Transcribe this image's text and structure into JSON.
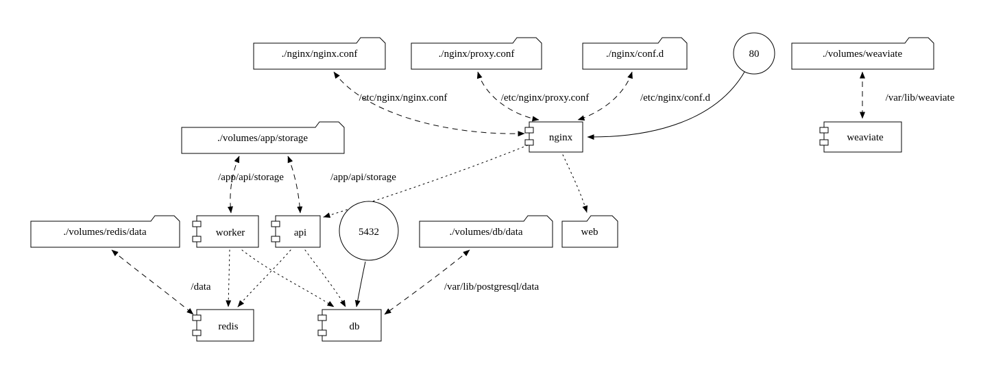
{
  "diagram": {
    "nodes": {
      "nginx_conf": {
        "label": "./nginx/nginx.conf"
      },
      "proxy_conf": {
        "label": "./nginx/proxy.conf"
      },
      "conf_d": {
        "label": "./nginx/conf.d"
      },
      "port_80": {
        "label": "80"
      },
      "volumes_weaviate": {
        "label": "./volumes/weaviate"
      },
      "app_storage": {
        "label": "./volumes/app/storage"
      },
      "nginx": {
        "label": "nginx"
      },
      "weaviate": {
        "label": "weaviate"
      },
      "redis_data": {
        "label": "./volumes/redis/data"
      },
      "worker": {
        "label": "worker"
      },
      "api": {
        "label": "api"
      },
      "port_5432": {
        "label": "5432"
      },
      "db_data": {
        "label": "./volumes/db/data"
      },
      "web": {
        "label": "web"
      },
      "redis": {
        "label": "redis"
      },
      "db": {
        "label": "db"
      }
    },
    "edge_labels": {
      "nginx_conf_mount": "/etc/nginx/nginx.conf",
      "proxy_conf_mount": "/etc/nginx/proxy.conf",
      "conf_d_mount": "/etc/nginx/conf.d",
      "weaviate_mount": "/var/lib/weaviate",
      "worker_storage_mount": "/app/api/storage",
      "api_storage_mount": "/app/api/storage",
      "redis_mount": "/data",
      "db_mount": "/var/lib/postgresql/data"
    }
  }
}
